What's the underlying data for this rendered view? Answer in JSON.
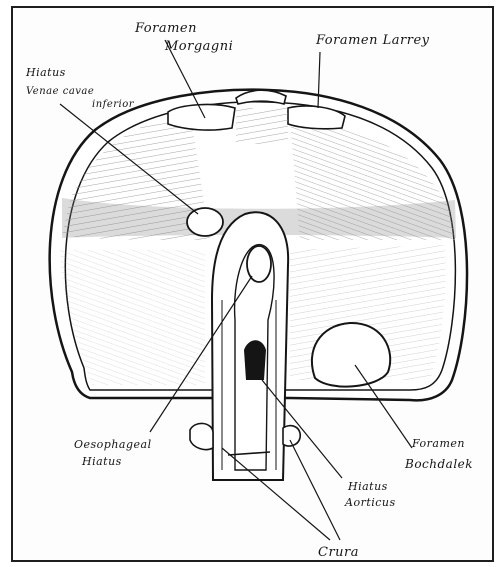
{
  "diagram": {
    "labels": {
      "foramen_morgagni_1": "Foramen",
      "foramen_morgagni_2": "Morgagni",
      "foramen_larrey": "Foramen Larrey",
      "hiatus_venae_1": "Hiatus",
      "hiatus_venae_2": "Venae cavae",
      "hiatus_venae_3": "inferior",
      "oesophageal_1": "Oesophageal",
      "oesophageal_2": "Hiatus",
      "foramen_bochdalek_1": "Foramen",
      "foramen_bochdalek_2": "Bochdalek",
      "hiatus_aorticus_1": "Hiatus",
      "hiatus_aorticus_2": "Aorticus",
      "crura": "Crura"
    },
    "colors": {
      "ink": "#151515",
      "shade": "#8a8a8a",
      "paper": "#fdfdfd"
    }
  }
}
